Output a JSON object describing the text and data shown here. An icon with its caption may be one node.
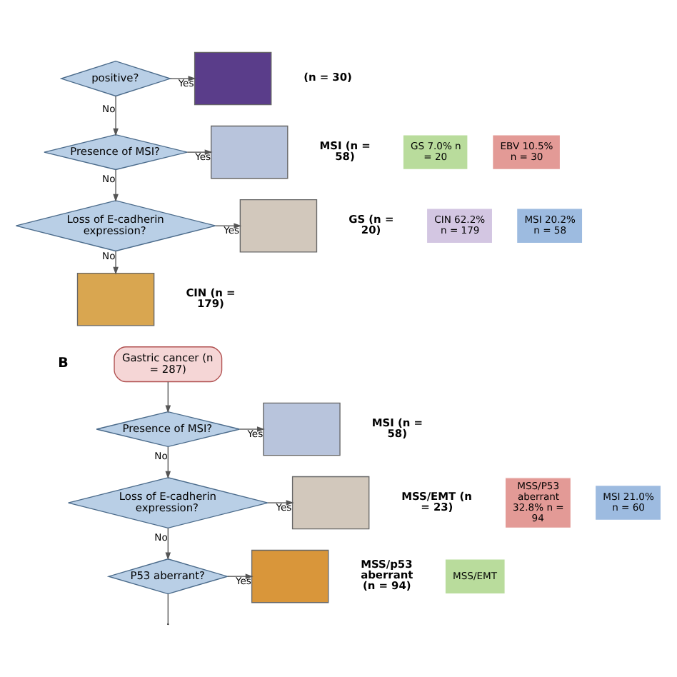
{
  "diagram": {
    "nodes": [
      {
        "text": [
          "positive?"
        ]
      },
      {
        "text": [],
        "shape": "box",
        "beside": [
          "(n = 30)"
        ]
      },
      {
        "text": [
          "Presence of MSI?"
        ]
      },
      {
        "text": [],
        "shape": "box",
        "beside": [
          "MSI (n = 58)"
        ]
      },
      {
        "text": [
          "Loss of E-cadherin expression?"
        ]
      },
      {
        "text": [],
        "shape": "box",
        "beside": [
          "GS (n = 20)"
        ]
      },
      {
        "text": [],
        "shape": "box",
        "beside": [
          "CIN (n = 179)"
        ]
      },
      {
        "text": [
          "Gastric cancer (n = 287)"
        ]
      },
      {
        "text": [
          "Presence of MSI?"
        ]
      },
      {
        "text": [],
        "shape": "box",
        "beside": [
          "MSI (n = 58)"
        ]
      },
      {
        "text": [
          "Loss of E-cadherin expression?"
        ]
      },
      {
        "text": [],
        "shape": "box",
        "beside": [
          "MSS/EMT (n = 23)"
        ]
      },
      {
        "text": [
          "P53 aberrant?"
        ]
      },
      {
        "text": [],
        "shape": "box",
        "beside": [
          "MSS/p53 aberrant (n = 94)"
        ]
      }
    ],
    "edges": [
      {
        "from": 0,
        "to": 1,
        "arrow": "to",
        "label": "Yes"
      },
      {
        "from": 0,
        "to": 2,
        "arrow": "to",
        "label": "No"
      },
      {
        "from": 2,
        "to": 3,
        "arrow": "to",
        "label": "Yes"
      },
      {
        "from": 2,
        "to": 4,
        "arrow": "to",
        "label": "No"
      },
      {
        "from": 4,
        "to": 5,
        "arrow": "to",
        "label": "Yes"
      },
      {
        "from": 4,
        "to": 6,
        "arrow": "to",
        "label": "No"
      },
      {
        "from": 7,
        "to": 8,
        "arrow": "to"
      },
      {
        "from": 8,
        "to": 9,
        "arrow": "to",
        "label": "Yes"
      },
      {
        "from": 8,
        "to": 10,
        "arrow": "to",
        "label": "No"
      },
      {
        "from": 10,
        "to": 11,
        "arrow": "to",
        "label": "Yes"
      },
      {
        "from": 10,
        "to": 12,
        "arrow": "to",
        "label": "No"
      },
      {
        "from": 12,
        "to": 13,
        "arrow": "to",
        "label": "Yes"
      },
      {
        "from": 12,
        "to": null,
        "arrow": "none"
      }
    ],
    "labels": [
      "GS 7.0% n = 20",
      "EBV 10.5% n = 30",
      "MSI 20.2% n = 58",
      "CIN 62.2% n = 179",
      "B",
      "MSI 21.0% n = 60",
      "MSS/P53 aberrant 32.8% n = 94",
      "MSS/EMT"
    ]
  }
}
